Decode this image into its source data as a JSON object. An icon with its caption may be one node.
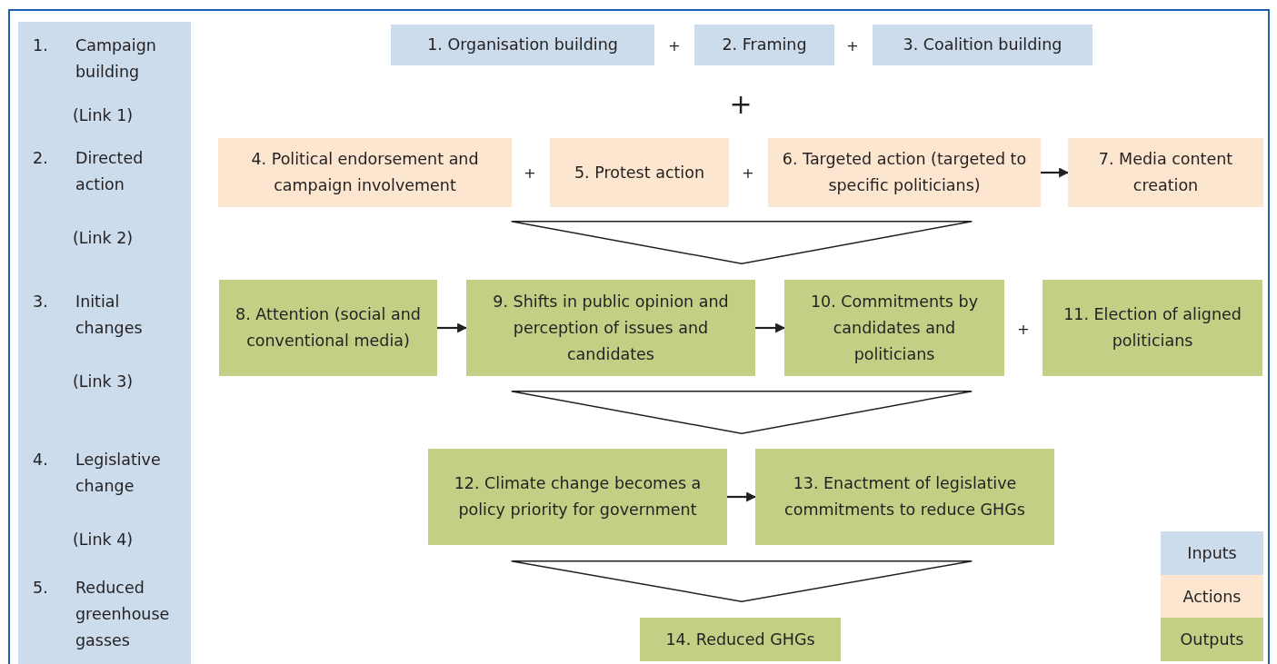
{
  "diagram": {
    "nodes": [
      {
        "text": [
          "1.",
          "Campaign building",
          "(Link 1)",
          "2.",
          "Directed action",
          "(Link 2)",
          "3.",
          "Initial changes",
          "(Link 3)",
          "4.",
          "Legislative change",
          "(Link 4)",
          "5.",
          "Reduced greenhouse gasses"
        ]
      },
      {
        "text": [
          "1. Organisation building"
        ]
      },
      {
        "text": [
          "2. Framing"
        ]
      },
      {
        "text": [
          "3. Coalition building"
        ]
      },
      {
        "text": [
          "4. Political endorsement and campaign involvement"
        ]
      },
      {
        "text": [
          "5. Protest action"
        ]
      },
      {
        "text": [
          "6. Targeted action (targeted to specific politicians)"
        ]
      },
      {
        "text": [
          "7. Media content creation"
        ]
      },
      {
        "text": [],
        "shape": "triangle"
      },
      {
        "text": [
          "8. Attention (social and conventional media)"
        ]
      },
      {
        "text": [
          "9. Shifts in public opinion and perception of issues and candidates"
        ]
      },
      {
        "text": [
          "10. Commitments by candidates and politicians"
        ]
      },
      {
        "text": [
          "11. Election of aligned politicians"
        ]
      },
      {
        "text": [],
        "shape": "triangle"
      },
      {
        "text": [
          "12. Climate change becomes a policy priority for government"
        ]
      },
      {
        "text": [
          "13. Enactment of legislative commitments to reduce GHGs"
        ]
      },
      {
        "text": [],
        "shape": "triangle"
      },
      {
        "text": [
          "14. Reduced GHGs"
        ]
      }
    ],
    "edges": [
      {
        "from": 6,
        "to": 7,
        "arrow": "to"
      },
      {
        "from": 9,
        "to": 10,
        "arrow": "to"
      },
      {
        "from": 10,
        "to": 11,
        "arrow": "to"
      },
      {
        "from": 14,
        "to": 15,
        "arrow": "to"
      }
    ],
    "labels": [
      "+",
      "+",
      "+",
      "+",
      "+",
      "+"
    ],
    "legend": [
      {
        "text": "Inputs",
        "color": "#ccdcec"
      },
      {
        "text": "Actions",
        "color": "#fde6cf"
      },
      {
        "text": "Outputs",
        "color": "#c4cf86"
      }
    ]
  }
}
